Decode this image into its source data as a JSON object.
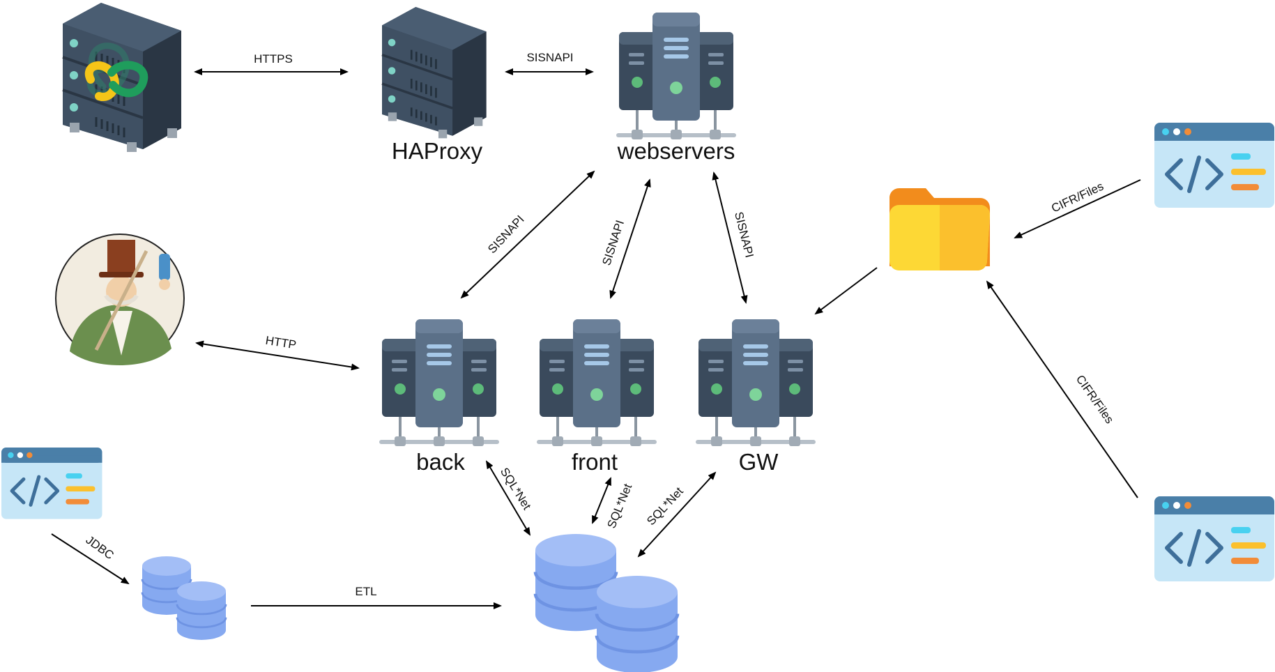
{
  "nodes": {
    "haproxy": "HAProxy",
    "webservers": "webservers",
    "back": "back",
    "front": "front",
    "gw": "GW"
  },
  "edges": {
    "https": "HTTPS",
    "sisnapi_top": "SISNAPI",
    "sisnapi_back": "SISNAPI",
    "sisnapi_front": "SISNAPI",
    "sisnapi_gw": "SISNAPI",
    "http": "HTTP",
    "sqlnet_back": "SQL*Net",
    "sqlnet_front": "SQL*Net",
    "sqlnet_gw": "SQL*Net",
    "jdbc": "JDBC",
    "etl": "ETL",
    "cifr_top": "CIFR/Files",
    "cifr_bottom": "CIFR/Files"
  },
  "colors": {
    "server_dark": "#3a4a5c",
    "server_mid": "#4f6276",
    "server_light_panel": "#5b7088",
    "led_green": "#5dbb7a",
    "db_blue": "#86a9f0",
    "db_blue_dark": "#6e93e3",
    "folder_front": "#fdd835",
    "folder_back": "#f28c1c",
    "code_window": "#bfe3f5",
    "code_bar": "#4a7fa8"
  }
}
